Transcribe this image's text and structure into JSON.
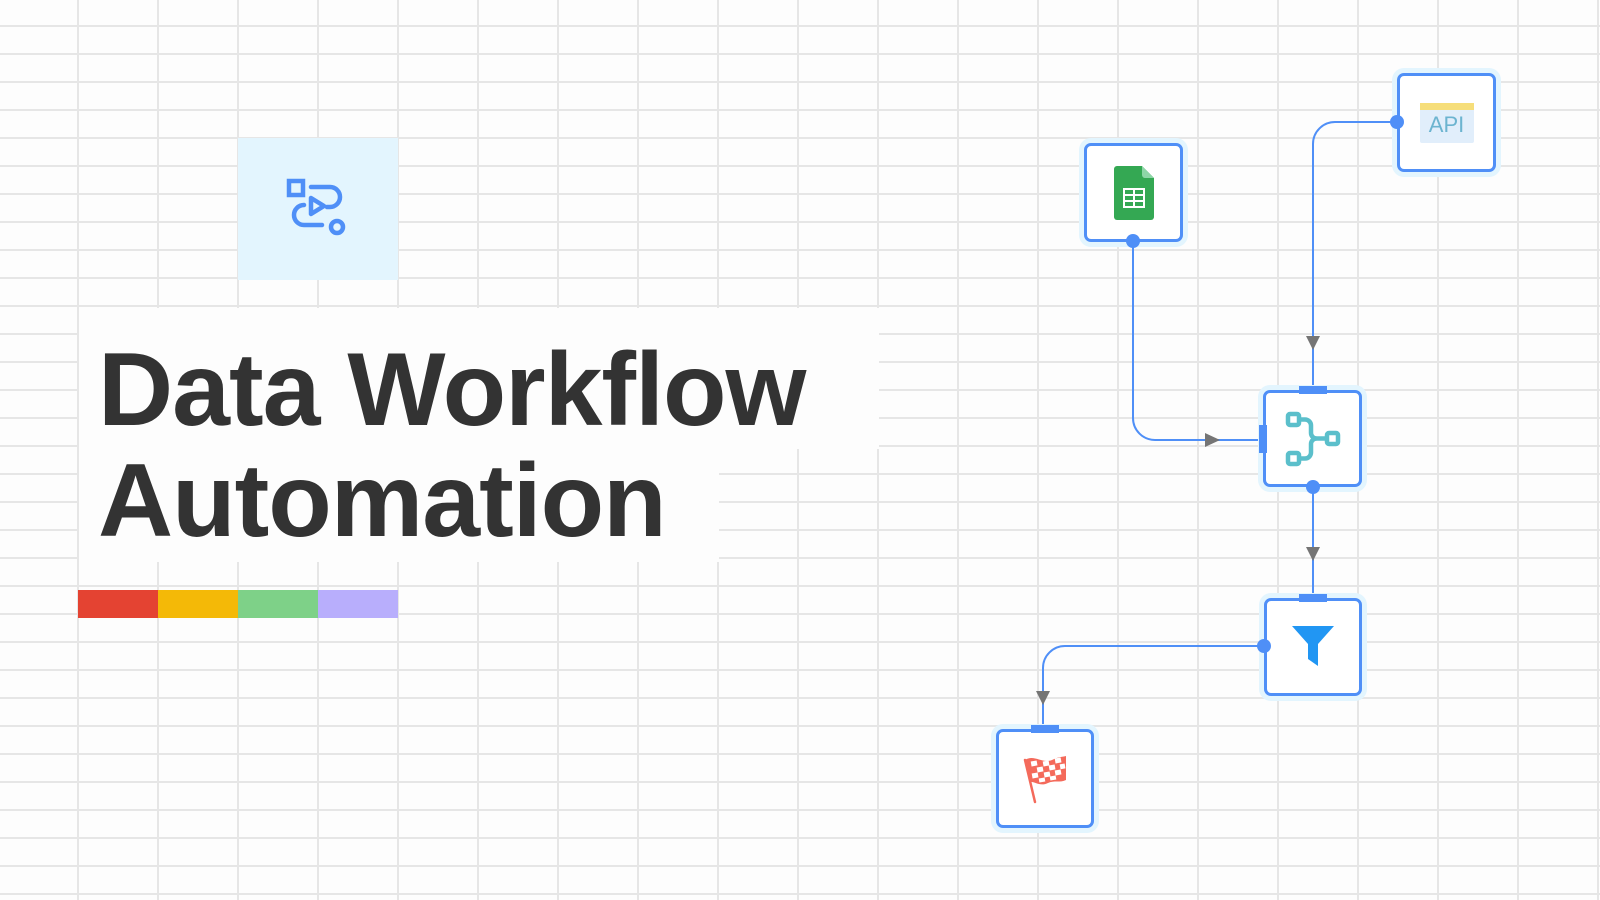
{
  "title": {
    "line1": "Data Workflow",
    "line2": "Automation",
    "color": "#333333"
  },
  "logo": {
    "icon": "workflow-play-icon",
    "tile_color": "#e3f5fe",
    "icon_color": "#4f8ff7"
  },
  "color_bar": {
    "segments": [
      "#e44332",
      "#f4b907",
      "#7ed188",
      "#b8aefc"
    ]
  },
  "canvas": {
    "grid_color": "#e6e6e6",
    "background": "#fdfdfd"
  },
  "workflow": {
    "node_border": "#4f8ff7",
    "edge_color": "#4f8ff7",
    "arrow_color": "#757575",
    "nodes": [
      {
        "id": "sheets",
        "icon": "google-sheets-icon",
        "label": ""
      },
      {
        "id": "api",
        "icon": "api-icon",
        "label": "API"
      },
      {
        "id": "merge",
        "icon": "merge-icon",
        "label": ""
      },
      {
        "id": "filter",
        "icon": "filter-icon",
        "label": ""
      },
      {
        "id": "end",
        "icon": "checkered-flag-icon",
        "label": ""
      }
    ],
    "edges": [
      {
        "from": "sheets",
        "to": "merge"
      },
      {
        "from": "api",
        "to": "merge"
      },
      {
        "from": "merge",
        "to": "filter"
      },
      {
        "from": "filter",
        "to": "end"
      }
    ]
  }
}
